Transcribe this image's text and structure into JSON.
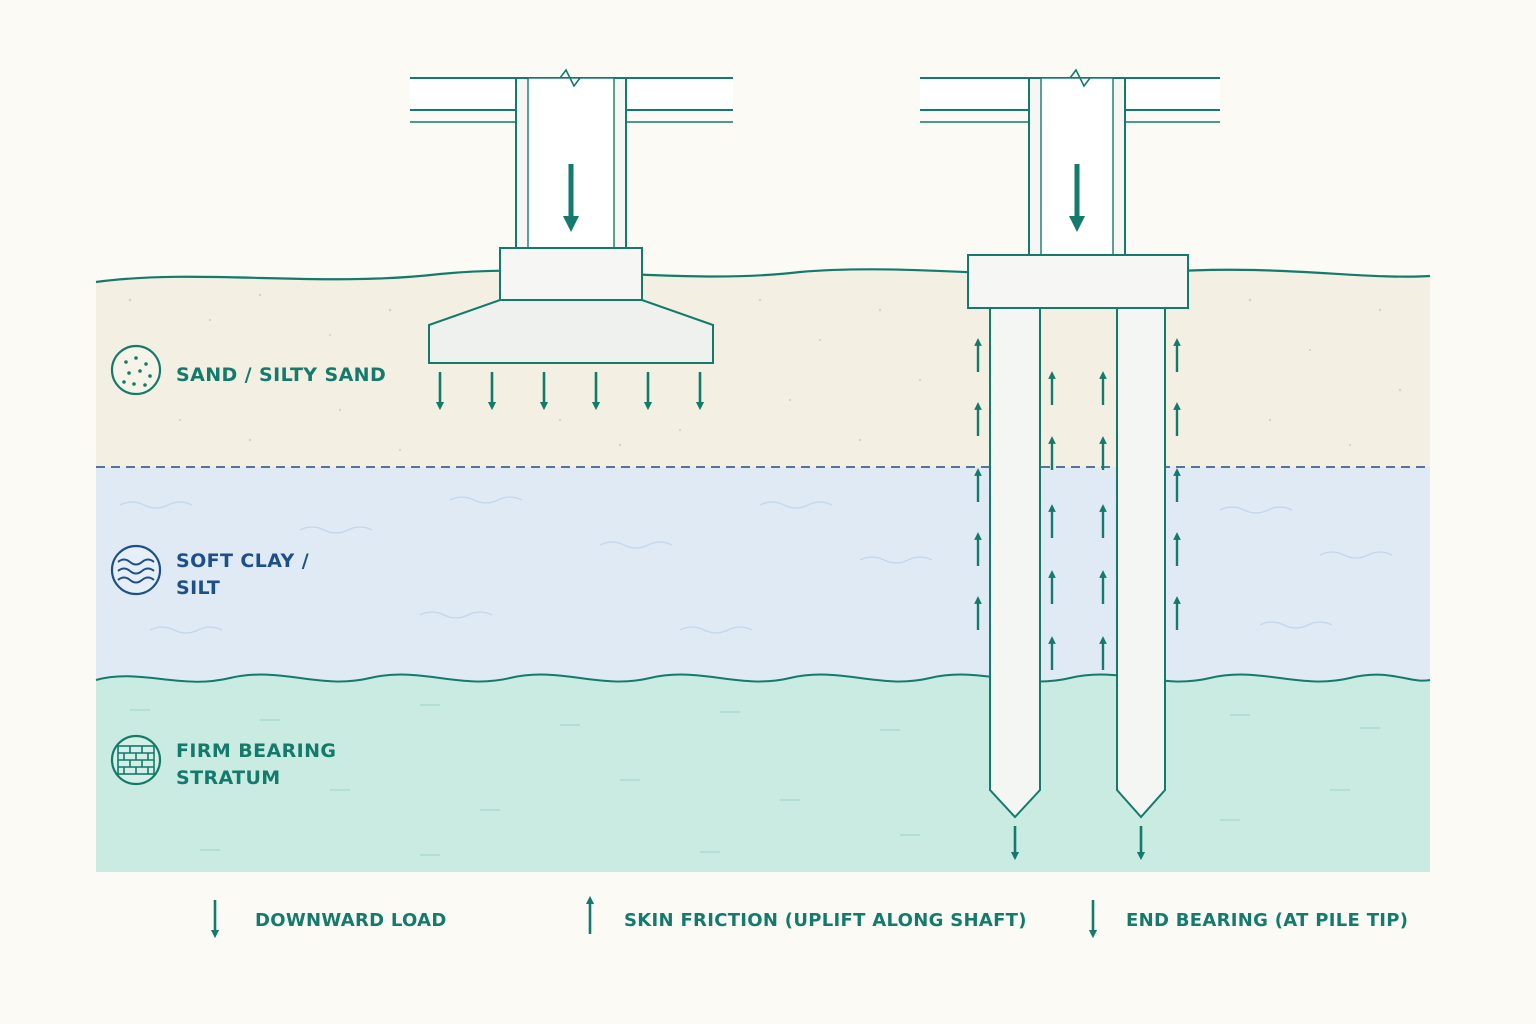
{
  "colors": {
    "teal": "#137a6c",
    "navy": "#1d4f8a",
    "sand": "#f3efe2",
    "clay": "#dfeaf5",
    "stratum": "#c9ebe2",
    "concrete": "#f6f7f4",
    "background": "#fbfaf5"
  },
  "layers": [
    {
      "id": "sand",
      "lines": [
        "SAND / SILTY SAND"
      ],
      "icon": "dotted-circle-icon"
    },
    {
      "id": "clay",
      "lines": [
        "SOFT CLAY /",
        "SILT"
      ],
      "icon": "wave-circle-icon"
    },
    {
      "id": "stratum",
      "lines": [
        "FIRM BEARING",
        "STRATUM"
      ],
      "icon": "brick-circle-icon"
    }
  ],
  "legend": [
    {
      "icon": "arrow-down-icon",
      "label": "DOWNWARD LOAD"
    },
    {
      "icon": "arrow-up-icon",
      "label": "SKIN FRICTION (UPLIFT ALONG SHAFT)"
    },
    {
      "icon": "arrow-down-icon",
      "label": "END BEARING (AT PILE TIP)"
    }
  ]
}
